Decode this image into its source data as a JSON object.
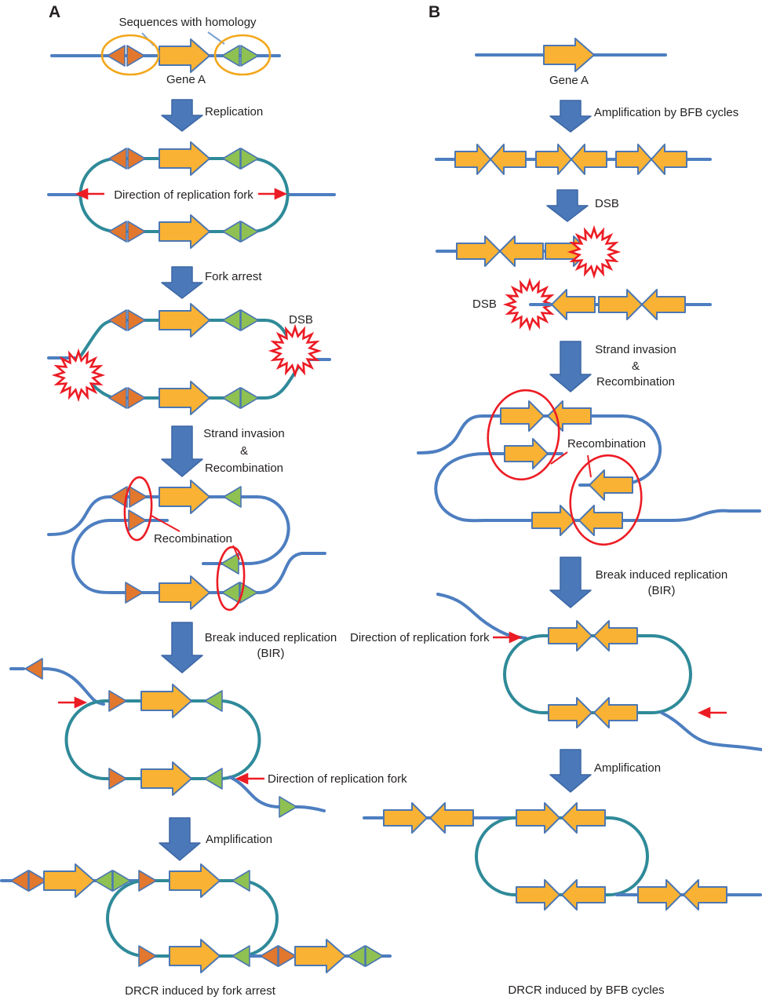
{
  "colors": {
    "gold": "#F9B233",
    "orange": "#E2772E",
    "green": "#8EC152",
    "blue": "#4D7EC0",
    "teal": "#2F8A99",
    "red": "#EC1C24",
    "outline": "#4C77B3",
    "step_fill": "#4B78B8",
    "step_stroke": "#3C67A6",
    "highlight": "#F2A71B",
    "pointer": "#7AA0D4",
    "text": "#231F20",
    "background": "#FFFFFF"
  },
  "panel_a": {
    "label": "A",
    "sequences_with_homology": "Sequences with homology",
    "gene_a": "Gene A",
    "replication": "Replication",
    "direction_of_replication_fork": "Direction of replication fork",
    "fork_arrest": "Fork arrest",
    "dsb": "DSB",
    "strand_invasion_line1": "Strand invasion",
    "strand_invasion_line2": "&",
    "strand_invasion_line3": "Recombination",
    "recombination": "Recombination",
    "bir_line1": "Break induced replication",
    "bir_line2": "(BIR)",
    "amplification": "Amplification",
    "caption": "DRCR induced by fork arrest"
  },
  "panel_b": {
    "label": "B",
    "gene_a": "Gene A",
    "amplification_by_bfb_cycles": "Amplification by BFB cycles",
    "dsb_step": "DSB",
    "dsb_fragment": "DSB",
    "strand_invasion_line1": "Strand invasion",
    "strand_invasion_line2": "&",
    "strand_invasion_line3": "Recombination",
    "recombination": "Recombination",
    "bir_line1": "Break induced replication",
    "bir_line2": "(BIR)",
    "direction_of_replication_fork": "Direction of replication fork",
    "amplification": "Amplification",
    "caption": "DRCR induced by BFB cycles"
  }
}
